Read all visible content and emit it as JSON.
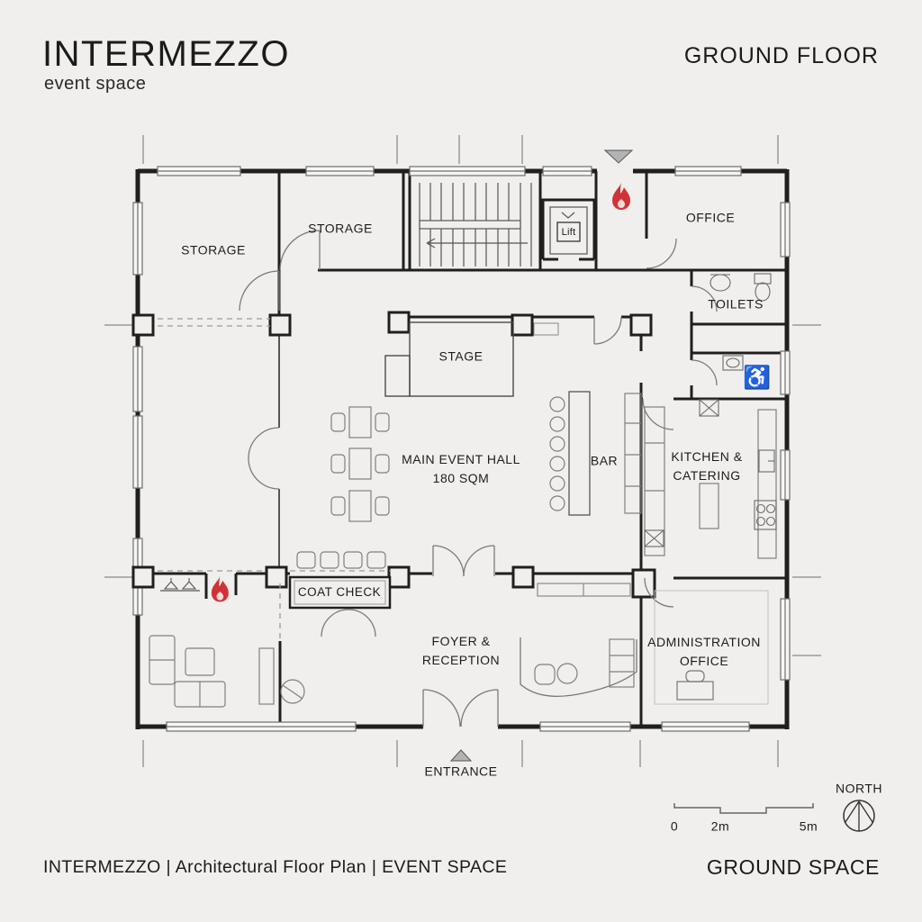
{
  "header": {
    "brand": "INTERMEZZO",
    "brand_subtitle": "event space",
    "floor_label": "GROUND FLOOR"
  },
  "plan": {
    "rooms": {
      "storage_1": "STORAGE",
      "storage_2": "STORAGE",
      "lift": "Lift",
      "office": "OFFICE",
      "toilets": "TOILETS",
      "stage": "STAGE",
      "main_event_hall": "MAIN EVENT HALL\n180 SQM",
      "bar": "BAR",
      "kitchen": "KITCHEN &\nCATERING",
      "coat_check": "COAT CHECK",
      "foyer": "FOYER &\nRECEPTION",
      "administration_office": "ADMINISTRATION\nOFFICE"
    },
    "entrance_label": "ENTRANCE",
    "accessible_symbol": "♿"
  },
  "compass": {
    "label": "NORTH"
  },
  "scale_bar": {
    "zero": "0",
    "two": "2m",
    "five": "5m"
  },
  "footer": {
    "left": "INTERMEZZO  |  Architectural Floor Plan  |  EVENT SPACE",
    "right": "GROUND SPACE"
  },
  "colors": {
    "background": "#f0efed",
    "wall": "#1f1f1f",
    "fire_icon": "#cf3338",
    "marker_gray": "#b3b3b3",
    "light_line": "#7f7f7f"
  }
}
